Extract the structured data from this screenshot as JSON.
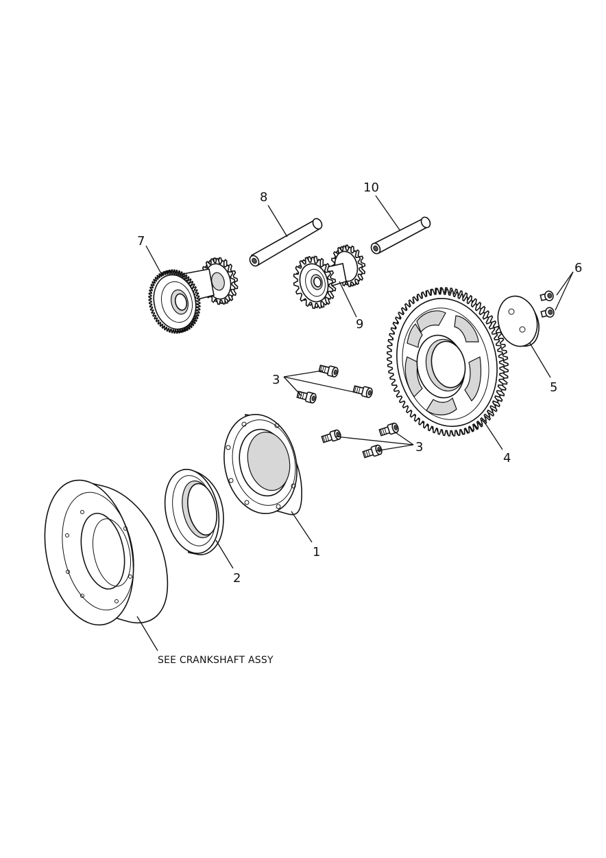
{
  "callouts": {
    "c1": "1",
    "c2": "2",
    "c3a": "3",
    "c3b": "3",
    "c4": "4",
    "c5": "5",
    "c6": "6",
    "c7": "7",
    "c8": "8",
    "c9": "9",
    "c10": "10"
  },
  "note": "SEE CRANKSHAFT ASSY",
  "gear_teeth": {
    "large_gear_4": 72,
    "gear_7": 60,
    "gear_9_front": 18,
    "gear_9_rear": 16,
    "gear_7_rear": 18
  }
}
